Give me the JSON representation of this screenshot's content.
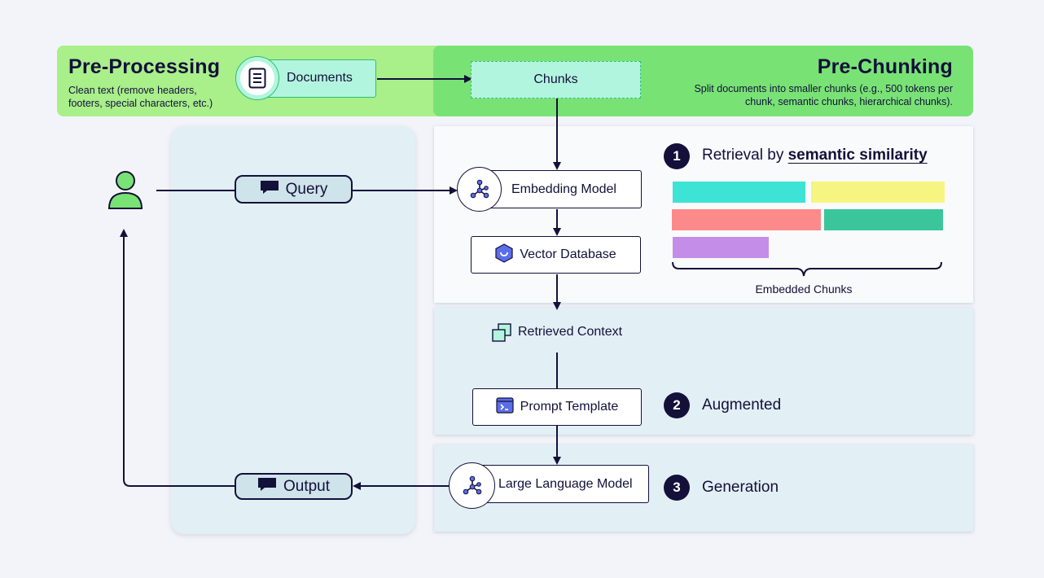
{
  "pre_processing": {
    "title": "Pre-Processing",
    "description": "Clean text (remove headers, footers, special characters, etc.)",
    "documents_label": "Documents"
  },
  "pre_chunking": {
    "title": "Pre-Chunking",
    "description": "Split documents into smaller chunks (e.g., 500 tokens per chunk, semantic chunks, hierarchical chunks).",
    "chunks_label": "Chunks"
  },
  "user_side": {
    "query_label": "Query",
    "output_label": "Output"
  },
  "retrieval": {
    "step_number": "1",
    "label_prefix": "Retrieval by ",
    "label_emphasis": "semantic similarity",
    "embedding_model_label": "Embedding Model",
    "vector_database_label": "Vector Database",
    "embedded_chunks_label": "Embedded Chunks",
    "chunk_colors": [
      "#3de3d5",
      "#f6f582",
      "#fd8a8a",
      "#3bc59b",
      "#c48ee8"
    ]
  },
  "augmented": {
    "step_number": "2",
    "label": "Augmented",
    "retrieved_context_label": "Retrieved Context",
    "prompt_template_label": "Prompt Template"
  },
  "generation": {
    "step_number": "3",
    "label": "Generation",
    "llm_label": "Large Language Model"
  },
  "colors": {
    "dark_navy": "#13103a",
    "pre_processing_bg": "#a9ef8a",
    "pre_chunking_bg": "#79e275",
    "chunks_box_bg": "#b2f5de",
    "panel_light_blue": "#e2eff5",
    "user_green": "#79e275",
    "db_icon_blue": "#5b6ee8"
  }
}
